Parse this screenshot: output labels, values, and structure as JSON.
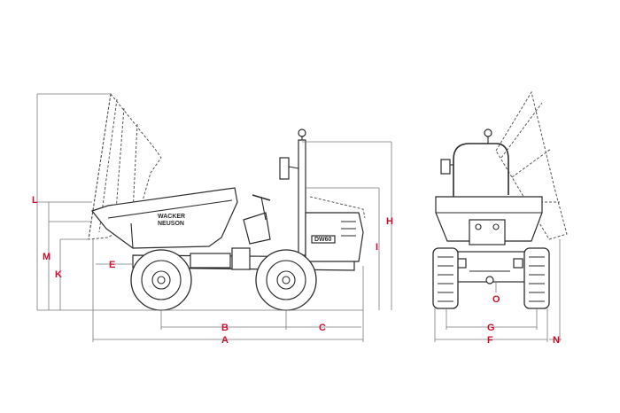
{
  "side_view": {
    "brand": [
      "WACKER",
      "NEUSON"
    ],
    "model": "DW60"
  },
  "dimension_labels": {
    "A": "A",
    "B": "B",
    "C": "C",
    "E": "E",
    "F": "F",
    "G": "G",
    "H": "H",
    "I": "I",
    "K": "K",
    "L": "L",
    "M": "M",
    "N": "N",
    "O": "O"
  },
  "colors": {
    "label": "#c8102e",
    "line": "#2b2b2b",
    "dimension": "#7a7a7a"
  }
}
